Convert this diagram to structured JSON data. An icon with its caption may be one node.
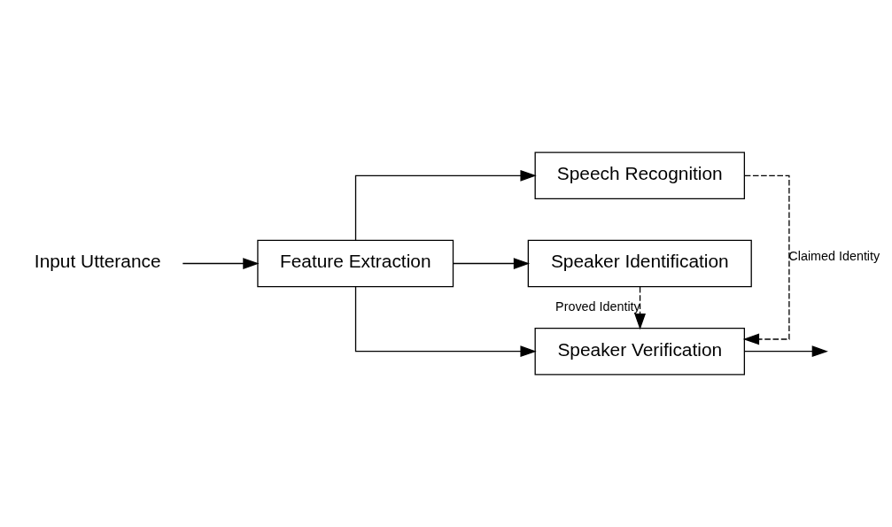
{
  "diagram": {
    "nodes": [
      {
        "text": [
          "Input Utterance"
        ]
      },
      {
        "text": [
          "Feature Extraction"
        ]
      },
      {
        "text": [
          "Speech Recognition"
        ]
      },
      {
        "text": [
          "Speaker Verification"
        ]
      },
      {
        "text": [
          "Speaker Identification"
        ]
      }
    ],
    "edges": [
      {
        "from": 0,
        "to": 1,
        "arrow": "to"
      },
      {
        "from": 1,
        "to": 2,
        "arrow": "to"
      },
      {
        "from": 1,
        "to": 3,
        "arrow": "to"
      },
      {
        "from": 1,
        "to": 4,
        "arrow": "to"
      },
      {
        "from": 2,
        "to": 3,
        "arrow": "to",
        "style": "dashed",
        "label": "Claimed Identity"
      },
      {
        "from": 4,
        "to": 3,
        "arrow": "to",
        "style": "dashed",
        "label": "Proved Identity"
      },
      {
        "from": 3,
        "to": null,
        "arrow": "to"
      }
    ]
  }
}
